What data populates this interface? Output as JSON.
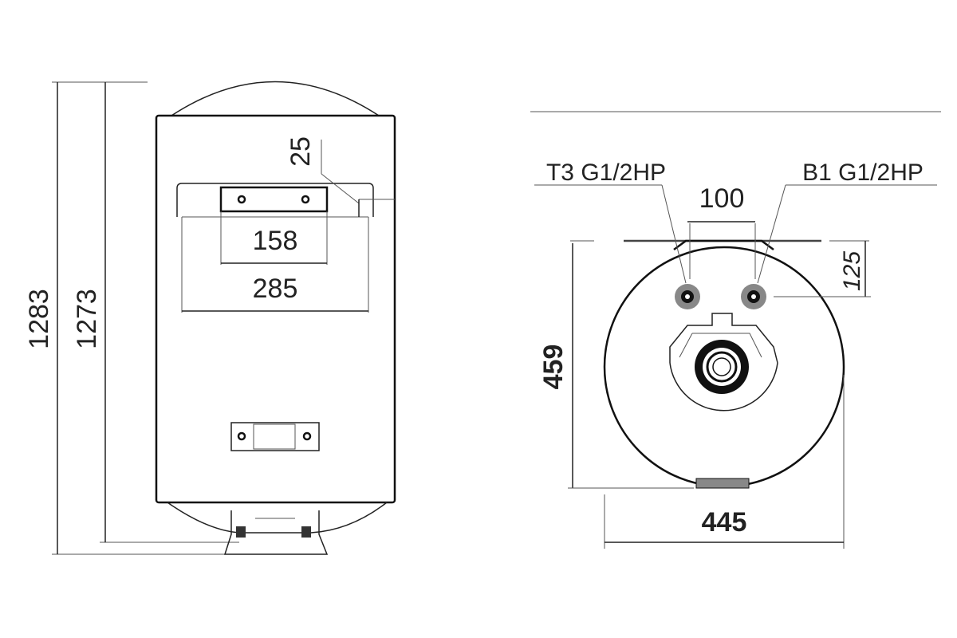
{
  "side_view": {
    "dim_total_height": "1283",
    "dim_body_height": "1273",
    "dim_offset": "25",
    "dim_plate_width": "158",
    "dim_bracket_width": "285"
  },
  "top_view": {
    "label_left_pipe": "T3 G1/2HP",
    "label_right_pipe": "B1 G1/2HP",
    "dim_pipe_spacing": "100",
    "dim_pipe_offset": "125",
    "dim_depth": "459",
    "dim_diameter": "445"
  }
}
